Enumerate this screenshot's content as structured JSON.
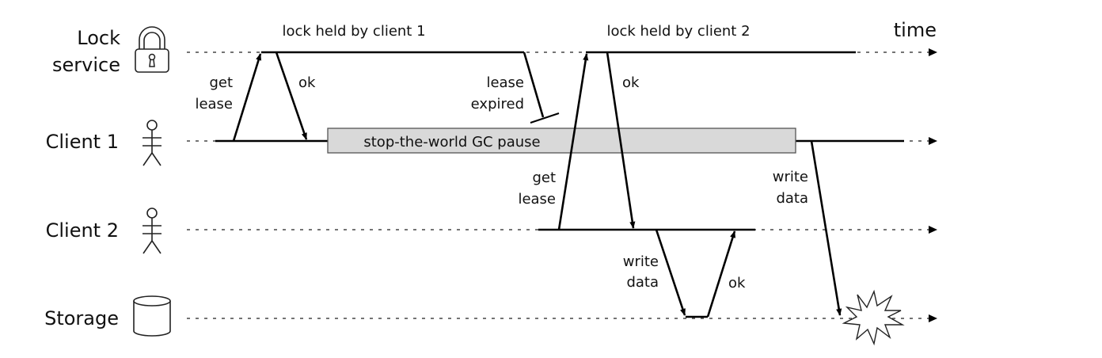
{
  "time_label": "time",
  "lanes": {
    "lock_service": {
      "line1": "Lock",
      "line2": "service",
      "icon": "padlock-icon"
    },
    "client1": {
      "label": "Client 1",
      "icon": "person-icon"
    },
    "client2": {
      "label": "Client 2",
      "icon": "person-icon"
    },
    "storage": {
      "label": "Storage",
      "icon": "database-cylinder-icon"
    }
  },
  "periods": {
    "held_by_client1": "lock held by client 1",
    "held_by_client2": "lock held by client 2"
  },
  "gc_pause": "stop-the-world GC pause",
  "messages": {
    "c1_get_lease": {
      "line1": "get",
      "line2": "lease"
    },
    "c1_ok": "ok",
    "lease_expired": {
      "line1": "lease",
      "line2": "expired"
    },
    "c2_get_lease": {
      "line1": "get",
      "line2": "lease"
    },
    "c2_ok": "ok",
    "c2_write": {
      "line1": "write",
      "line2": "data"
    },
    "storage_ok": "ok",
    "c1_write": {
      "line1": "write",
      "line2": "data"
    }
  },
  "colors": {
    "gc_box_fill": "#d9d9d9",
    "line": "#000000"
  }
}
